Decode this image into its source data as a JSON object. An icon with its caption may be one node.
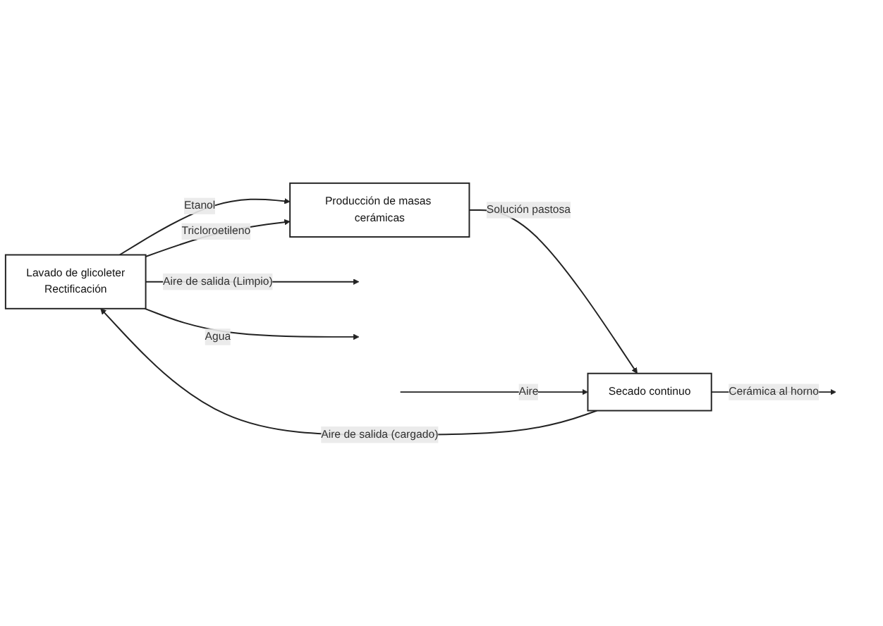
{
  "diagram": {
    "nodes": [
      {
        "text": [
          "Lavado de glicoleter",
          "Rectificación"
        ]
      },
      {
        "text": [
          "Producción de masas cerámicas"
        ]
      },
      {
        "text": [
          "Secado continuo"
        ]
      }
    ],
    "edges": [
      {
        "from": 0,
        "to": 1,
        "arrow": "to",
        "label": "Etanol"
      },
      {
        "from": 0,
        "to": 1,
        "arrow": "to",
        "label": "Tricloroetileno"
      },
      {
        "from": 0,
        "to": null,
        "arrow": "to",
        "label": "Aire de salida (Limpio)"
      },
      {
        "from": 0,
        "to": null,
        "arrow": "to",
        "label": "Agua"
      },
      {
        "from": 1,
        "to": 2,
        "arrow": "to",
        "label": "Solución pastosa"
      },
      {
        "from": 2,
        "to": 0,
        "arrow": "to",
        "label": "Aire de salida (cargado)"
      },
      {
        "from": 2,
        "to": null,
        "arrow": "to",
        "label": "Cerámica al horno"
      },
      {
        "from": null,
        "to": 2,
        "arrow": "to",
        "label": "Aire"
      }
    ]
  }
}
